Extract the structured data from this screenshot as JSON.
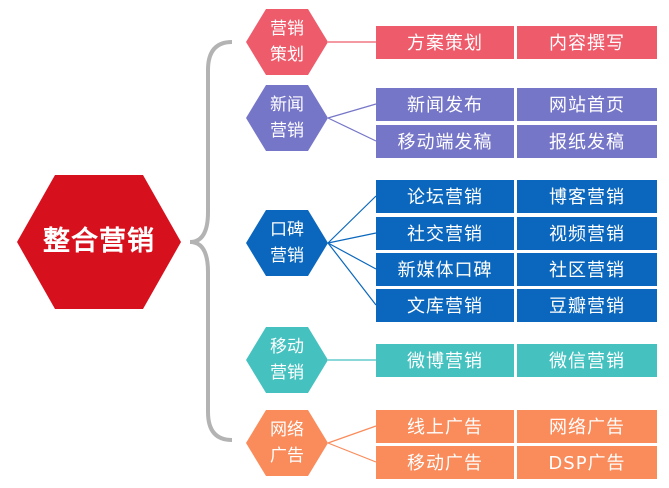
{
  "center": {
    "label": "整合营销",
    "color": "#D7101E"
  },
  "bracket_color": "#B3B3B3",
  "categories": [
    {
      "label": "营销\n策划",
      "color": "#EE5B6B",
      "box_color": "#EE5B6B",
      "items": [
        "方案策划",
        "内容撰写"
      ]
    },
    {
      "label": "新闻\n营销",
      "color": "#7676C9",
      "box_color": "#7676C9",
      "items": [
        "新闻发布",
        "网站首页",
        "移动端发稿",
        "报纸发稿"
      ]
    },
    {
      "label": "口碑\n营销",
      "color": "#0A67BD",
      "box_color": "#0A67BD",
      "items": [
        "论坛营销",
        "博客营销",
        "社交营销",
        "视频营销",
        "新媒体口碑",
        "社区营销",
        "文库营销",
        "豆瓣营销"
      ]
    },
    {
      "label": "移动\n营销",
      "color": "#45C2C0",
      "box_color": "#45C2C0",
      "items": [
        "微博营销",
        "微信营销"
      ]
    },
    {
      "label": "网络\n广告",
      "color": "#FA8B5B",
      "box_color": "#FA8B5B",
      "items": [
        "线上广告",
        "网络广告",
        "移动广告",
        "DSP广告"
      ]
    }
  ]
}
